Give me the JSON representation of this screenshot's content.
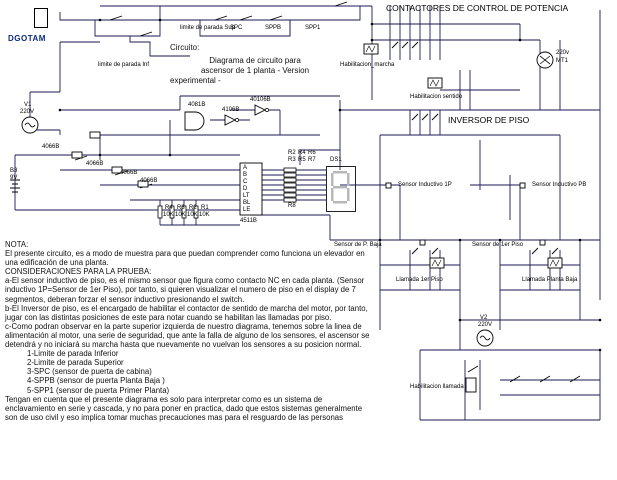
{
  "logo": {
    "text": "DGOTAM"
  },
  "header": {
    "contactors_title": "CONTACTORES DE CONTROL DE POTENCIA",
    "reverser_title": "INVERSOR DE PISO"
  },
  "circuit": {
    "title": "Circuito:",
    "description": "Diagrama de circuito para ascensor de 1 planta - Version",
    "description2": "experimental -"
  },
  "labels": {
    "limit_sup": "limite de parada Sup",
    "limit_inf": "limite de parada Inf",
    "spc": "SPC",
    "sppb": "SPPB",
    "spp1": "SPP1",
    "habilitacion_marcha": "Habilitacion_marcha",
    "habilitacion_sentido": "Habilitacion sentido",
    "habilitacion_llamada": "Habilitacion llamada",
    "lamp_voltage": "220v",
    "lamp_name": "MT1",
    "v1_name": "V1",
    "v1_value": "220V",
    "v2_name": "V2",
    "v2_value": "220V",
    "b3_name": "B3",
    "b3_value": "9V",
    "ic_4081": "4081B",
    "ic_4106_a": "4106B",
    "ic_4106_b": "40106B",
    "ic_4066_a": "4066B",
    "ic_4066_b": "4066B",
    "ic_4066_c": "4066B",
    "ic_4066_d": "4066B",
    "ic_4511": "4511B",
    "ds1": "DS1",
    "r_r2": "R2",
    "r_r3": "R3",
    "r_r4": "R4",
    "r_r5": "R5",
    "r_r6": "R6",
    "r_r7": "R7",
    "r_r8": "R8",
    "r_r4b": "R4",
    "r_r3b": "R3",
    "r_r2b": "R2",
    "r_r1b": "R1",
    "r_val": "10K",
    "sensor_1p": "Sensor Inductivo 1P",
    "sensor_pb": "Sensor Inductivo PB",
    "sensor_p_baja": "Sensor de P. Baja",
    "sensor_1er_piso": "Sensor de 1er Piso",
    "llamada_1er_piso": "Llamada 1er Piso",
    "llamada_planta_baja": "Llamada Planta Baja",
    "pin_lt": "LT",
    "pin_bl": "BL",
    "pin_le": "LE",
    "pin_a": "A",
    "pin_b": "B",
    "pin_c": "C",
    "pin_d": "D"
  },
  "notes": [
    "NOTA:",
    "El presente circuito, es a modo de muestra para que puedan comprender como funciona un elevador en una edificación de una planta.",
    "CONSIDERACIONES PARA LA PRUEBA:",
    "a-El sensor inductivo de piso, es el mismo sensor que figura como contacto NC en cada planta. (Sensor inductivo 1P=Sensor de 1er Piso), por tanto, si quieren visualizar el numero de piso en el display de 7 segmentos, deberan forzar el sensor inductivo presionando el switch.",
    "b-El Inversor de piso, es el encargado de habilitar el contactor de sentido de marcha del motor, por tanto, jugar con las distintas posiciones de este para notar cuando se habilitan las llamadas por piso.",
    "c-Como podran observar en la parte superior izquierda de nuestro diagrama, tenemos sobre la linea de alimentación al motor, una serie de seguridad, que ante la falla de alguno de los sensores, el ascensor se detendrá y no iniciará su marcha hasta que nuevamente no vuelvan los sensores a su posicion normal."
  ],
  "sensor_list": [
    "1-Limite de parada Inferior",
    "2-Limite de parada Superior",
    "3-SPC (sensor de puerta de cabina)",
    "4-SPPB (sensor de puerta Planta Baja )",
    "5-SPP1 (sensor de puerta Primer Planta)"
  ],
  "closing": "Tengan en cuenta que el presente diagrama es solo para interpretar como es un sistema de enclavamiento en serie y cascada, y no para poner en practica, dado que estos sistemas generalmente son de uso civil y eso implica tomar muchas precauciones mas para el resguardo de las personas"
}
